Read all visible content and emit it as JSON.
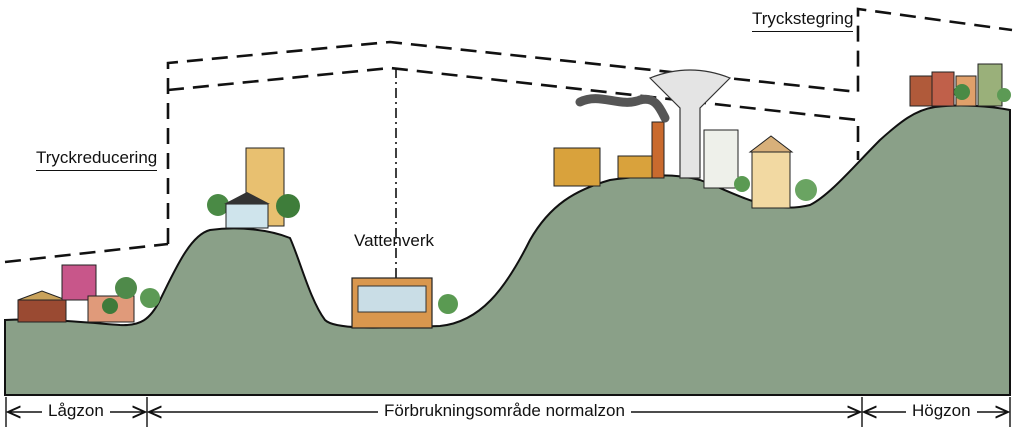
{
  "labels": {
    "pressure_reducing": "Tryckreducering",
    "pressure_boosting": "Tryckstegring",
    "waterworks": "Vattenverk"
  },
  "zones": {
    "low": "Lågzon",
    "normal": "Förbrukningsområde normalzon",
    "high": "Högzon"
  },
  "colors": {
    "ground": "#8aa088",
    "ground_outline": "#111111",
    "pressure_line": "#111111",
    "background": "#ffffff"
  }
}
